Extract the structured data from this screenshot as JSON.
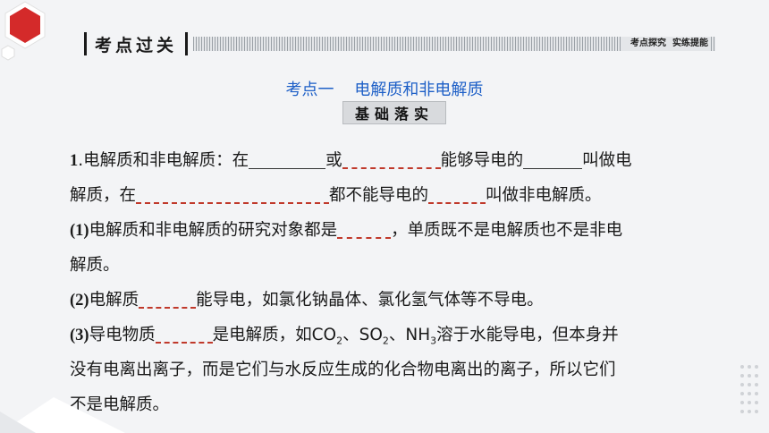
{
  "header": {
    "title": "考点过关",
    "tag": "考点探究  实练提能"
  },
  "section": {
    "title": "考点一    电解质和非电解质",
    "subtitle": "基础落实"
  },
  "content": {
    "p1_num": "1",
    "p1_a": ".电解质和非电解质：在",
    "p1_b": "或",
    "p1_c": "能够导电的",
    "p1_d": "叫做电",
    "p1_e": "解质，在",
    "p1_f": "都不能导电的",
    "p1_g": "叫做非电解质。",
    "p2_num": "(1)",
    "p2_a": "电解质和非电解质的研究对象都是",
    "p2_b": "，单质既不是电解质也不是非电",
    "p2_c": "解质。",
    "p3_num": "(2)",
    "p3_a": "电解质",
    "p3_b": "能导电，如氯化钠晶体、氯化氢气体等不导电。",
    "p4_num": "(3)",
    "p4_a": "导电物质",
    "p4_b": "是电解质，如CO",
    "p4_sub1": "2",
    "p4_c": "、SO",
    "p4_sub2": "2",
    "p4_d": "、NH",
    "p4_sub3": "3",
    "p4_e": "溶于水能导电，但本身并",
    "p4_f": "没有电离出离子，而是它们与水反应生成的化合物电离出的离子，所以它们",
    "p4_g": "不是电解质。"
  },
  "colors": {
    "accent_red": "#d42a2a",
    "title_blue": "#1d5fc7"
  }
}
